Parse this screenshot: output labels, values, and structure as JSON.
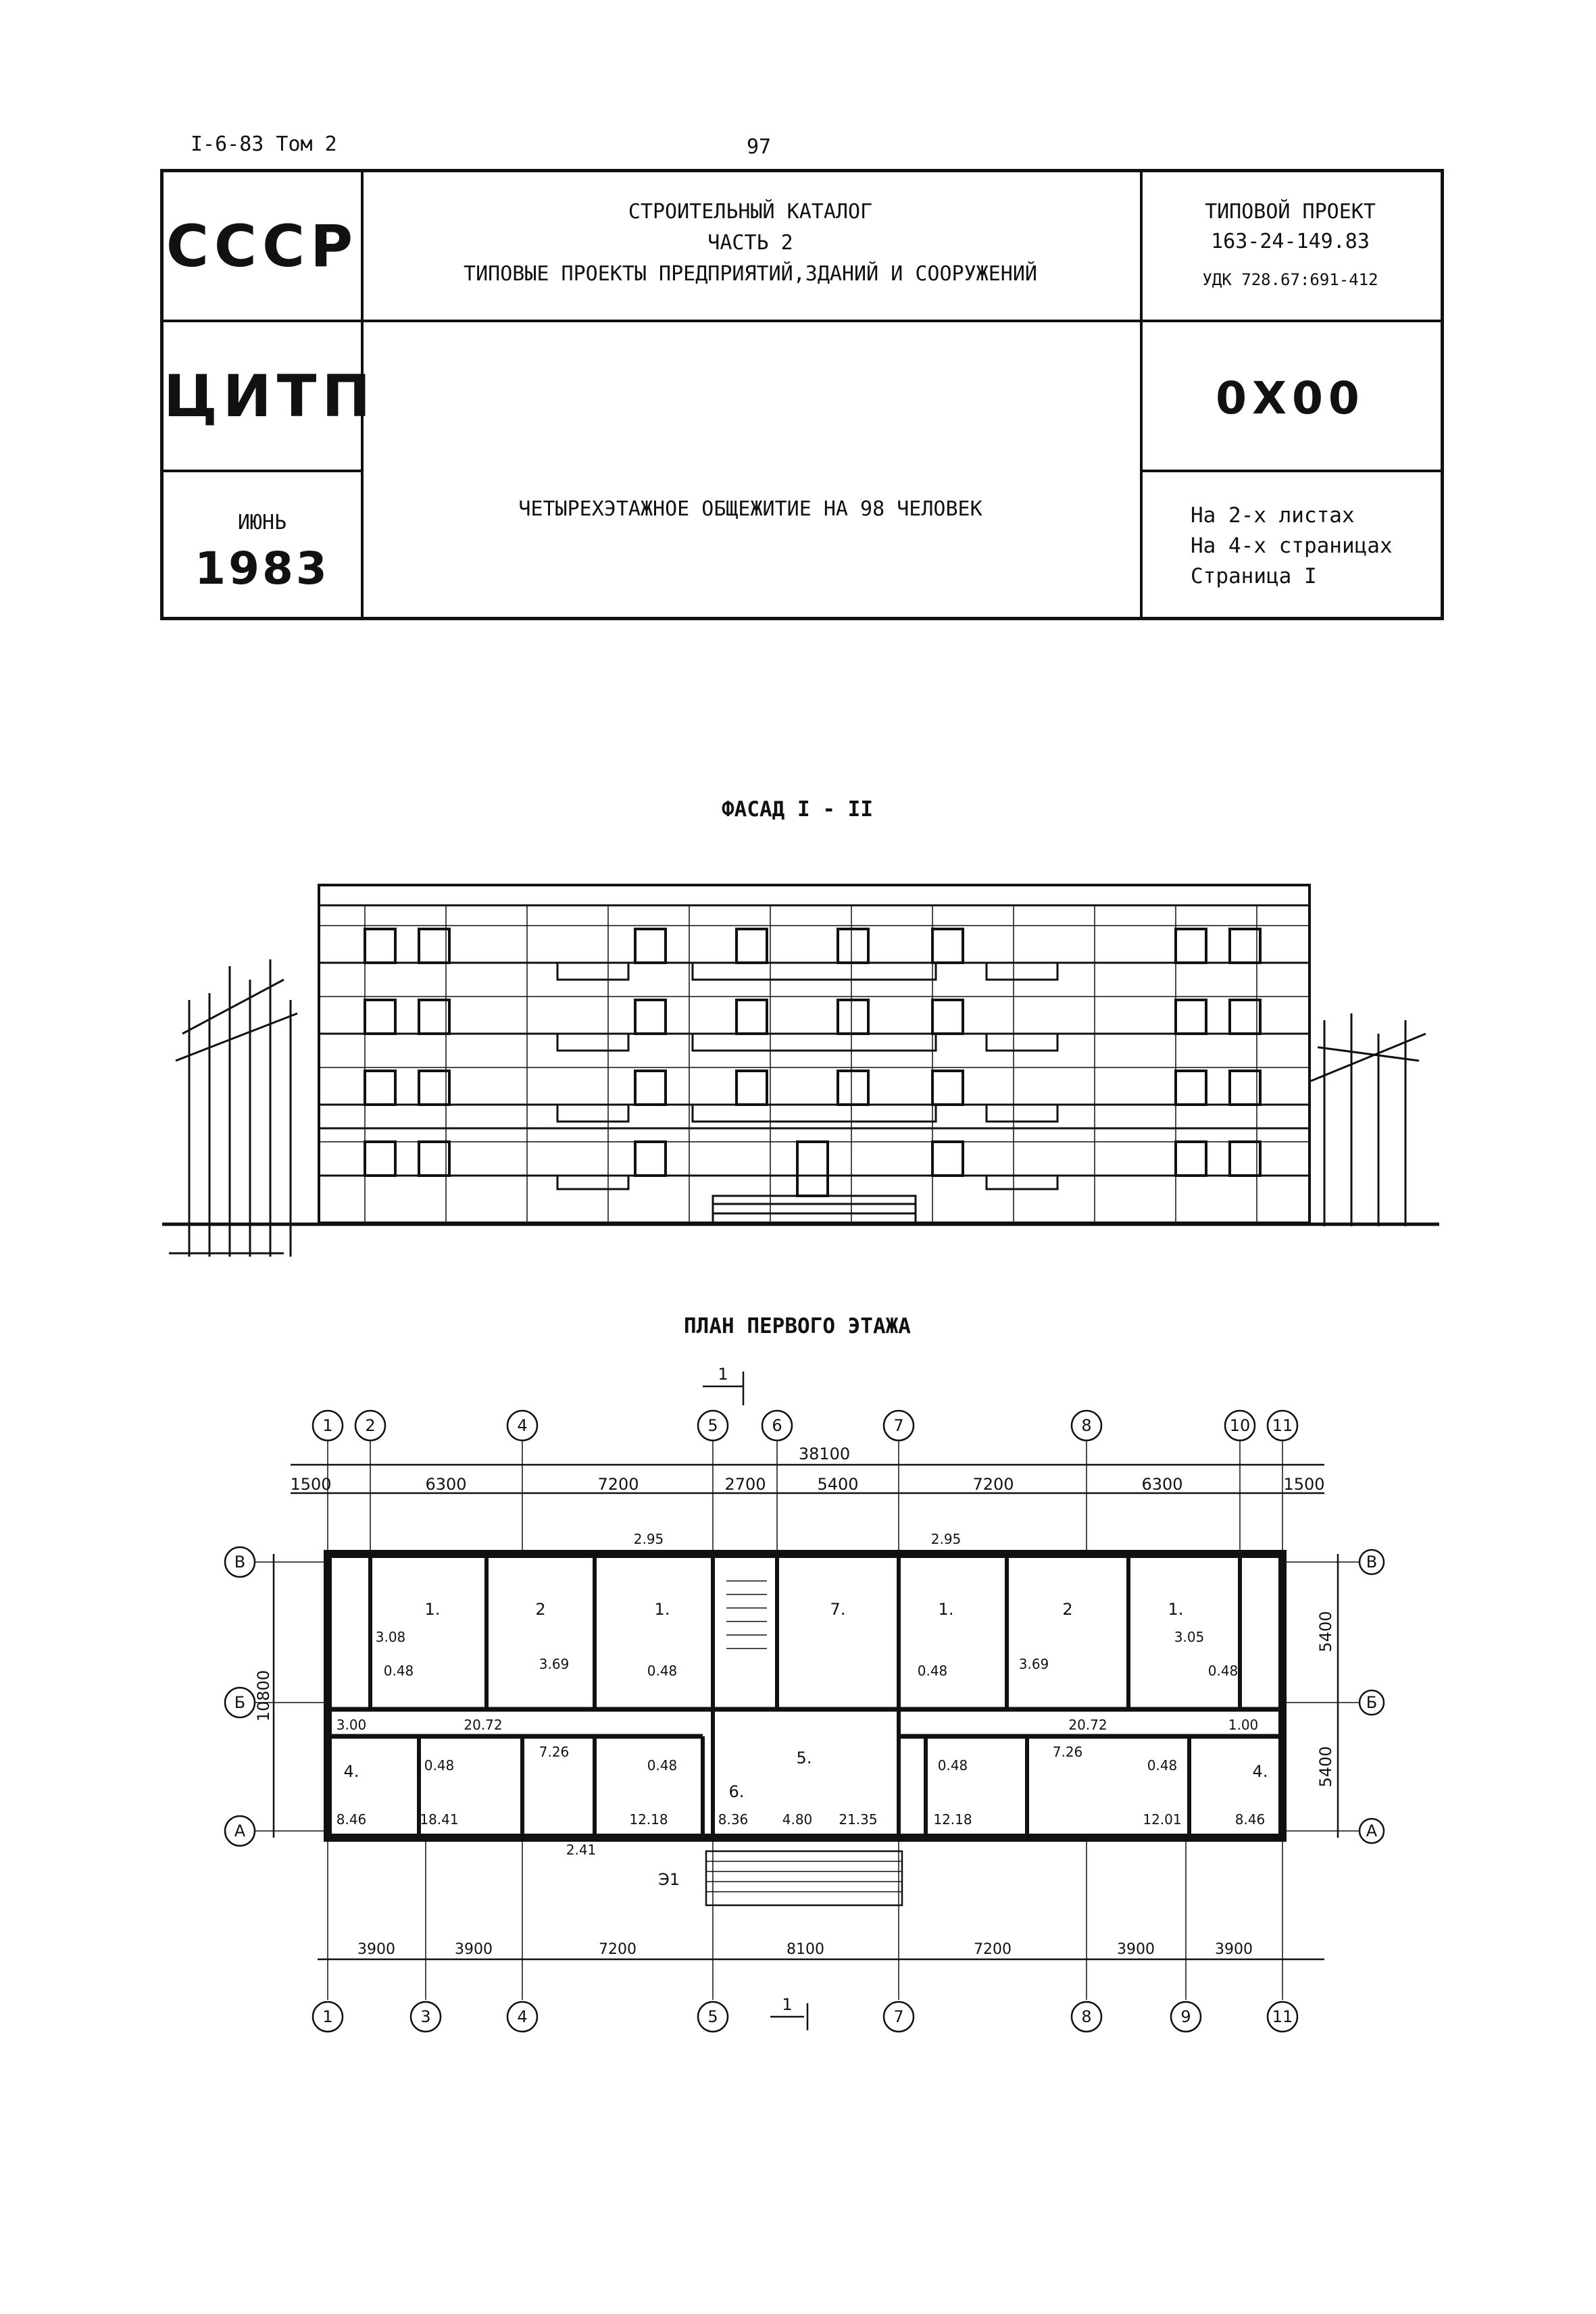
{
  "header": {
    "doc_ref": "I-6-83 Том 2",
    "page_number": "97"
  },
  "stamp": {
    "org1": "СССР",
    "org2": "ЦИТП",
    "month": "ИЮНЬ",
    "year": "1983",
    "catalog_line1": "СТРОИТЕЛЬНЫЙ КАТАЛОГ",
    "catalog_line2": "ЧАСТЬ 2",
    "catalog_line3": "ТИПОВЫЕ ПРОЕКТЫ ПРЕДПРИЯТИЙ,ЗДАНИЙ И СООРУЖЕНИЙ",
    "project_label": "ТИПОВОЙ ПРОЕКТ",
    "project_number": "163-24-149.83",
    "udk": "УДК 728.67:691-412",
    "code": "0X00",
    "building_name": "ЧЕТЫРЕХЭТАЖНОЕ ОБЩЕЖИТИЕ НА 98 ЧЕЛОВЕК",
    "sheets": "На 2-х листах",
    "pages": "На 4-х страницах",
    "page": "Страница I"
  },
  "facade": {
    "title": "ФАСАД I - II"
  },
  "plan": {
    "title": "ПЛАН ПЕРВОГО ЭТАЖА",
    "top_axes": [
      "1",
      "2",
      "4",
      "5",
      "6",
      "7",
      "8",
      "10",
      "11"
    ],
    "bottom_axes": [
      "1",
      "3",
      "4",
      "5",
      "7",
      "8",
      "9",
      "11"
    ],
    "overall_dim": "38100",
    "top_dims": [
      "1500",
      "6300",
      "7200",
      "2700",
      "5400",
      "7200",
      "6300",
      "1500"
    ],
    "bottom_dims": [
      "3900",
      "3900",
      "7200",
      "8100",
      "7200",
      "3900",
      "3900"
    ],
    "left_total": "10800",
    "right_dims": [
      "5400",
      "5400"
    ],
    "row_axes": [
      "В",
      "Б",
      "А"
    ],
    "section_mark": "1",
    "entrance_mark": "Э1",
    "room_labels": [
      "1.",
      "2",
      "1.",
      "7.",
      "1.",
      "2",
      "1.",
      "4.",
      "5.",
      "6.",
      "4."
    ],
    "areas": [
      "3.08",
      "0.48",
      "3.69",
      "0.48",
      "0.48",
      "3.69",
      "3.05",
      "0.48",
      "20.72",
      "20.72",
      "3.00",
      "0.48",
      "7.26",
      "0.48",
      "8.46",
      "18.41",
      "12.18",
      "2.41",
      "8.36",
      "4.80",
      "21.35",
      "0.48",
      "7.26",
      "12.18",
      "0.48",
      "12.01",
      "8.46",
      "2.95",
      "2.95",
      "1.00"
    ]
  }
}
